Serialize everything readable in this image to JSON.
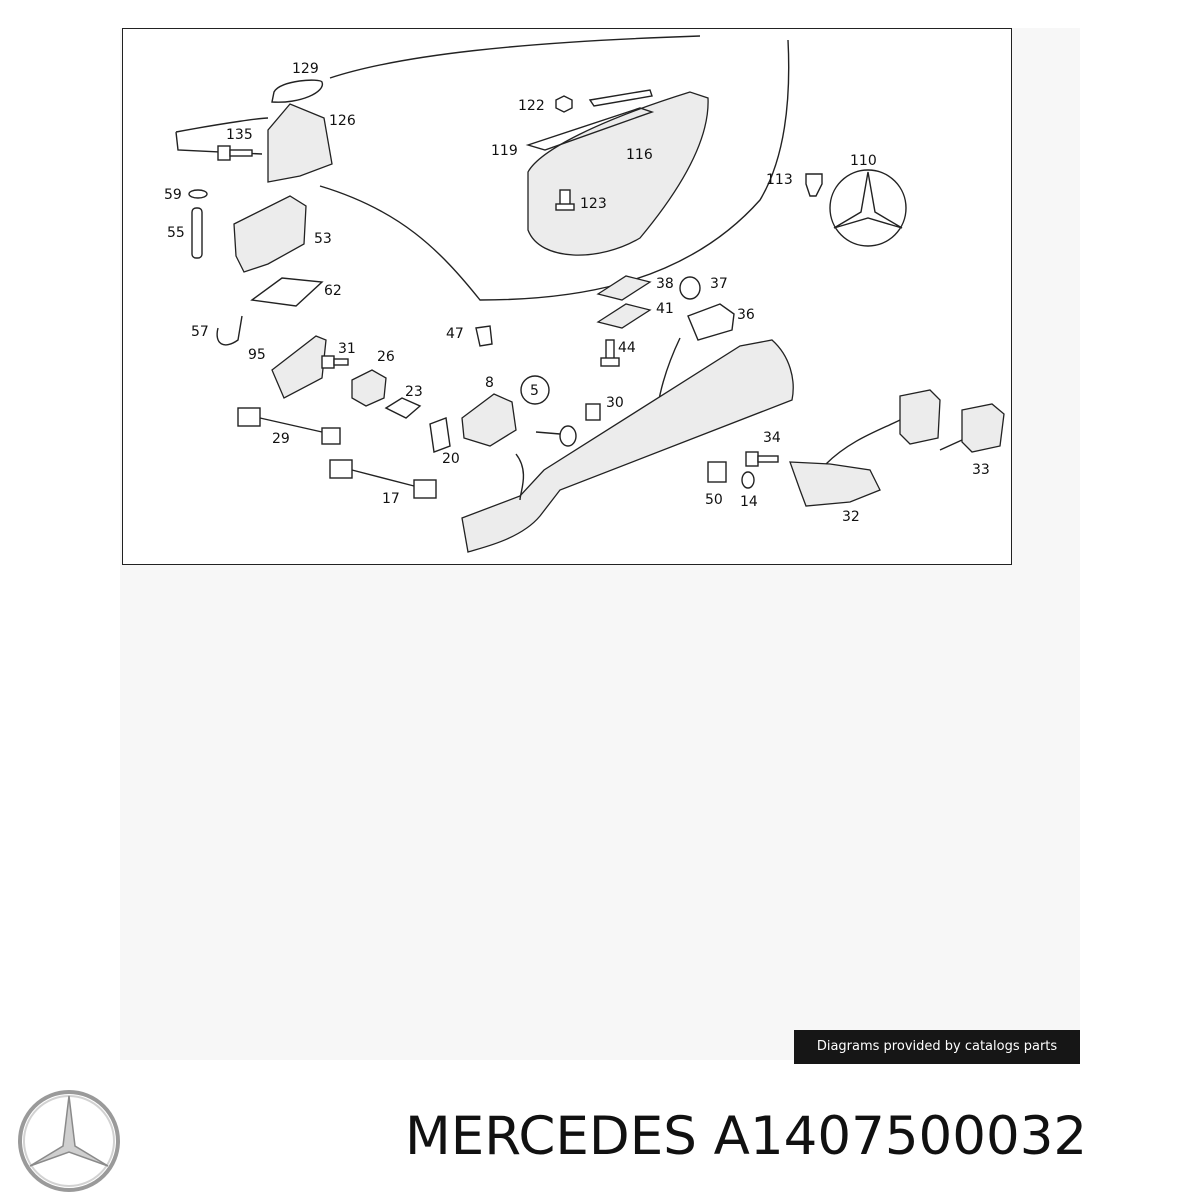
{
  "diagram": {
    "callouts": [
      {
        "id": "c129",
        "label": "129"
      },
      {
        "id": "c126",
        "label": "126"
      },
      {
        "id": "c135",
        "label": "135"
      },
      {
        "id": "c59",
        "label": "59"
      },
      {
        "id": "c55",
        "label": "55"
      },
      {
        "id": "c53",
        "label": "53"
      },
      {
        "id": "c62",
        "label": "62"
      },
      {
        "id": "c57",
        "label": "57"
      },
      {
        "id": "c95",
        "label": "95"
      },
      {
        "id": "c31",
        "label": "31"
      },
      {
        "id": "c26",
        "label": "26"
      },
      {
        "id": "c23",
        "label": "23"
      },
      {
        "id": "c8",
        "label": "8"
      },
      {
        "id": "c5",
        "label": "5"
      },
      {
        "id": "c29",
        "label": "29"
      },
      {
        "id": "c20",
        "label": "20"
      },
      {
        "id": "c17",
        "label": "17"
      },
      {
        "id": "c47",
        "label": "47"
      },
      {
        "id": "c122",
        "label": "122"
      },
      {
        "id": "c119",
        "label": "119"
      },
      {
        "id": "c116",
        "label": "116"
      },
      {
        "id": "c123",
        "label": "123"
      },
      {
        "id": "c113",
        "label": "113"
      },
      {
        "id": "c110",
        "label": "110"
      },
      {
        "id": "c38",
        "label": "38"
      },
      {
        "id": "c37",
        "label": "37"
      },
      {
        "id": "c41",
        "label": "41"
      },
      {
        "id": "c36",
        "label": "36"
      },
      {
        "id": "c44",
        "label": "44"
      },
      {
        "id": "c30",
        "label": "30"
      },
      {
        "id": "c34",
        "label": "34"
      },
      {
        "id": "c50",
        "label": "50"
      },
      {
        "id": "c14",
        "label": "14"
      },
      {
        "id": "c32",
        "label": "32"
      },
      {
        "id": "c33",
        "label": "33"
      }
    ]
  },
  "badge": {
    "text": "Diagrams provided by catalogs parts"
  },
  "footer": {
    "title": "MERCEDES A1407500032",
    "logo_icon": "mercedes-star-icon"
  }
}
